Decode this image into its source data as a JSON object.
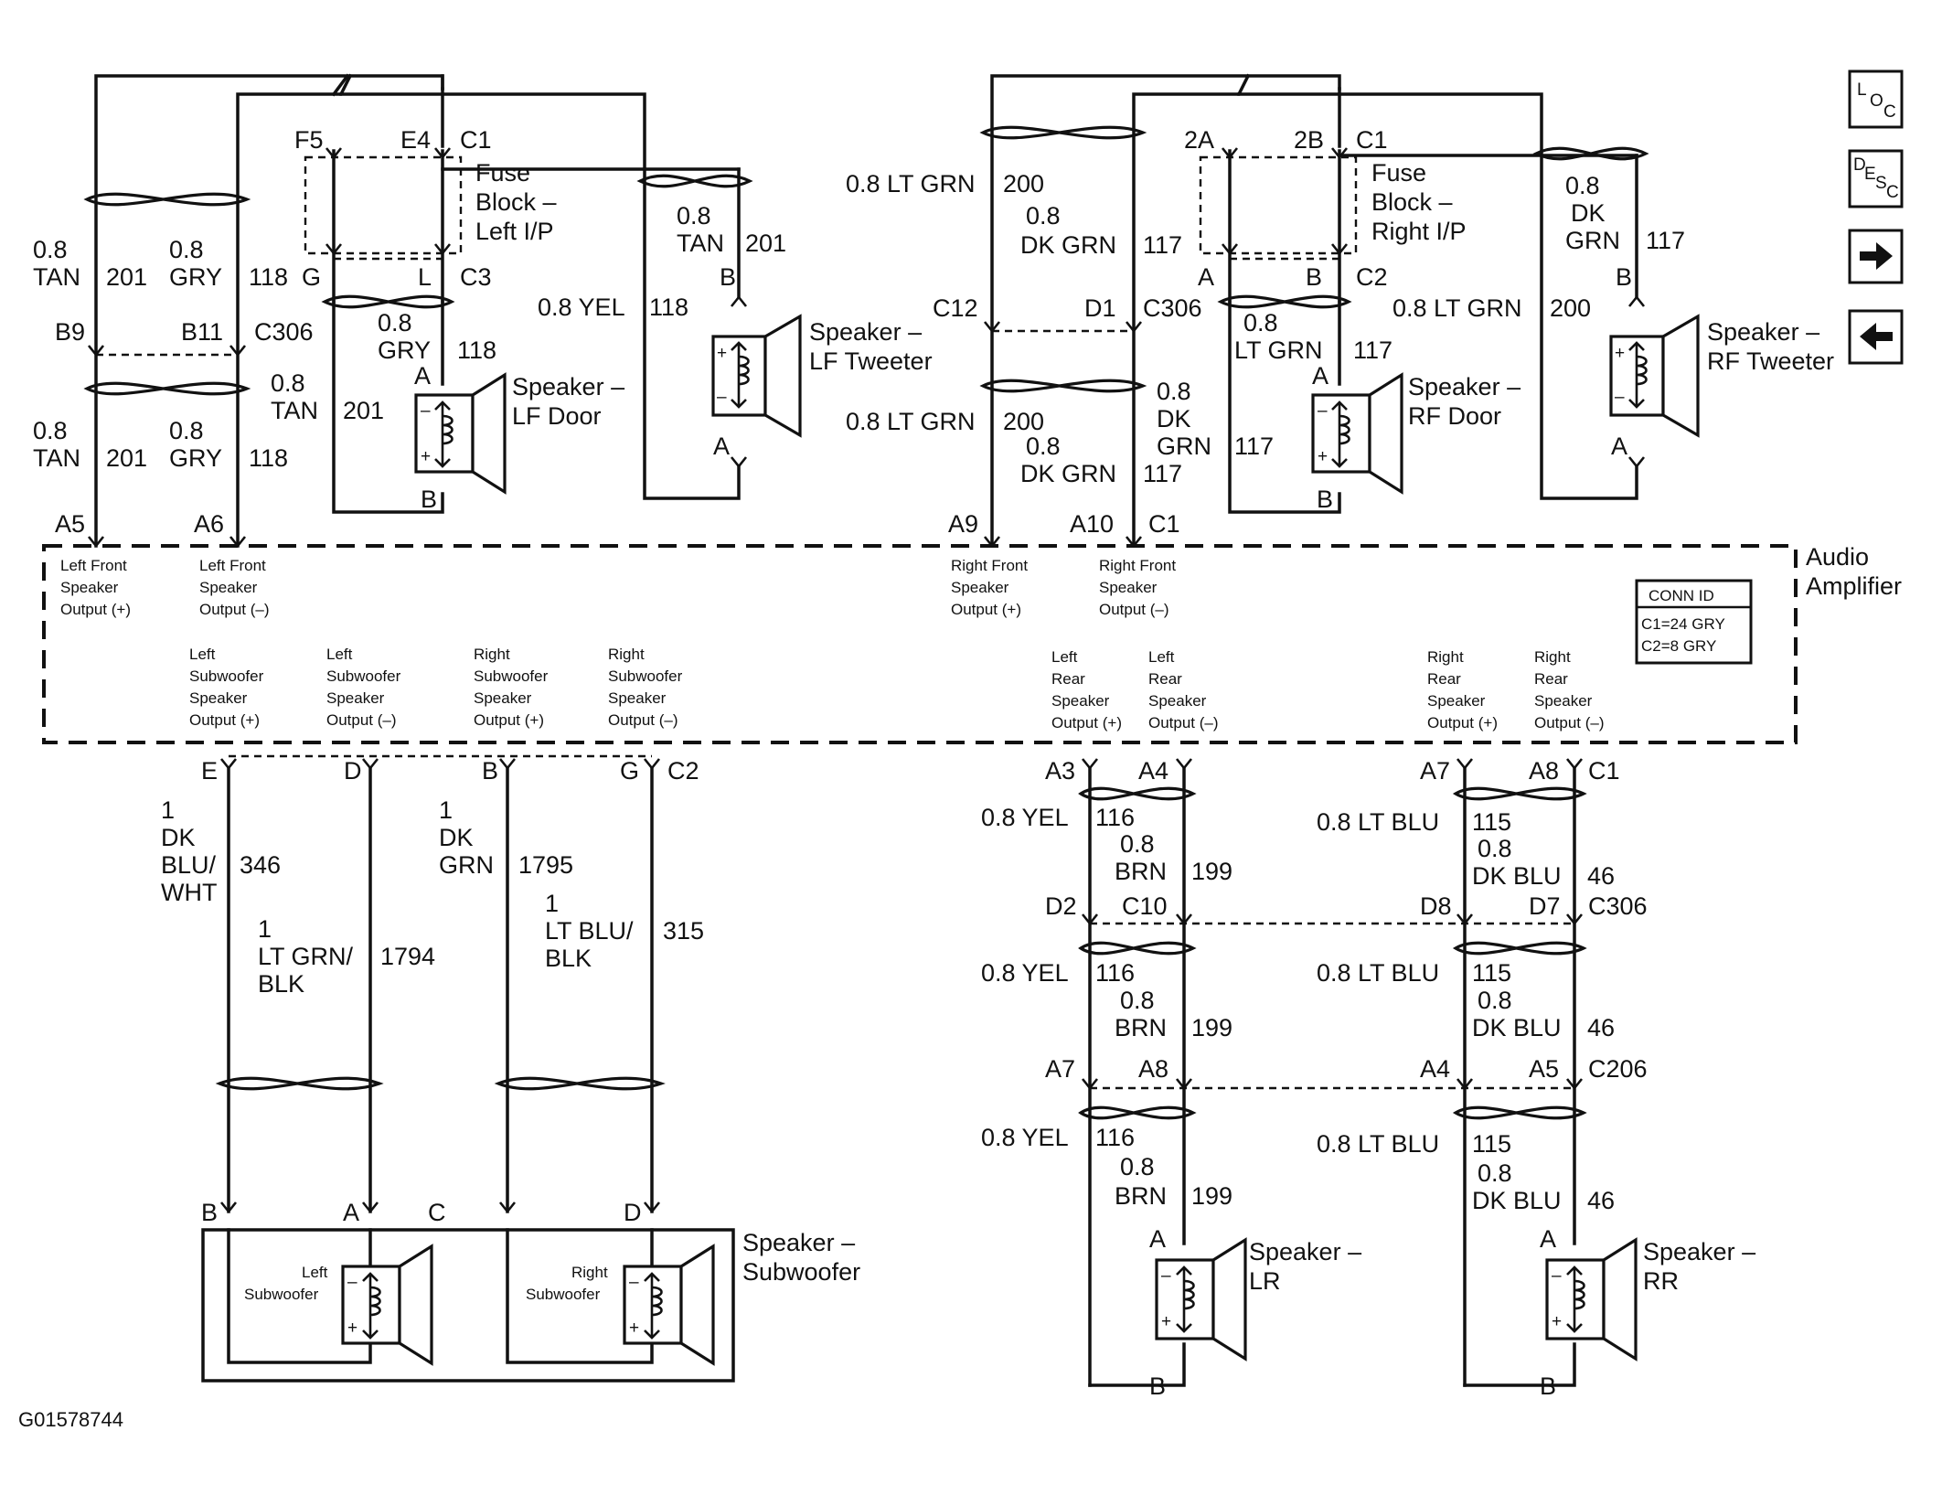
{
  "figure_id": "G01578744",
  "nav": {
    "loc": [
      "L",
      "O",
      "C"
    ],
    "desc": [
      "D",
      "E",
      "S",
      "C"
    ]
  },
  "fuse_left": [
    "Fuse",
    "Block –",
    "Left I/P"
  ],
  "fuse_right": [
    "Fuse",
    "Block –",
    "Right I/P"
  ],
  "amp": {
    "title": [
      "Audio",
      "Amplifier"
    ],
    "conn_id": [
      "CONN ID",
      "C1=24 GRY",
      "C2=8 GRY"
    ],
    "outputs": [
      [
        "Left Front",
        "Speaker",
        "Output (+)"
      ],
      [
        "Left Front",
        "Speaker",
        "Output (–)"
      ],
      [
        "Right Front",
        "Speaker",
        "Output (+)"
      ],
      [
        "Right Front",
        "Speaker",
        "Output (–)"
      ],
      [
        "Left",
        "Subwoofer",
        "Speaker",
        "Output (+)"
      ],
      [
        "Left",
        "Subwoofer",
        "Speaker",
        "Output (–)"
      ],
      [
        "Right",
        "Subwoofer",
        "Speaker",
        "Output (+)"
      ],
      [
        "Right",
        "Subwoofer",
        "Speaker",
        "Output (–)"
      ],
      [
        "Left",
        "Rear",
        "Speaker",
        "Output (+)"
      ],
      [
        "Left",
        "Rear",
        "Speaker",
        "Output (–)"
      ],
      [
        "Right",
        "Rear",
        "Speaker",
        "Output (+)"
      ],
      [
        "Right",
        "Rear",
        "Speaker",
        "Output (–)"
      ]
    ]
  },
  "speakers": {
    "lf_door": [
      "Speaker –",
      "LF Door"
    ],
    "lf_tweeter": [
      "Speaker –",
      "LF Tweeter"
    ],
    "rf_door": [
      "Speaker –",
      "RF Door"
    ],
    "rf_tweeter": [
      "Speaker –",
      "RF Tweeter"
    ],
    "subwoofer": [
      "Speaker –",
      "Subwoofer"
    ],
    "left_sub": [
      "Left",
      "Subwoofer"
    ],
    "right_sub": [
      "Right",
      "Subwoofer"
    ],
    "lr": [
      "Speaker –",
      "LR"
    ],
    "rr": [
      "Speaker –",
      "RR"
    ]
  },
  "labels": [
    "F5",
    "E4",
    "C1",
    "G",
    "L",
    "C3",
    "B",
    "A",
    "B",
    "A",
    "B",
    "B9",
    "B11",
    "C306",
    "A5",
    "A6",
    "2A",
    "2B",
    "C1",
    "A",
    "B",
    "C2",
    "C12",
    "D1",
    "C306",
    "A",
    "B",
    "B",
    "A",
    "A9",
    "A10",
    "C1",
    "E",
    "D",
    "B",
    "G",
    "C2",
    "B",
    "A",
    "C",
    "D",
    "A3",
    "A4",
    "A7",
    "A8",
    "C1",
    "D2",
    "C10",
    "D8",
    "D7",
    "C306",
    "A7",
    "A8",
    "A4",
    "A5",
    "C206",
    "A",
    "B",
    "A",
    "B"
  ],
  "wires": [
    [
      "0.8",
      "TAN",
      "201"
    ],
    [
      "0.8",
      "GRY",
      "118"
    ],
    [
      "0.8",
      "GRY",
      "118"
    ],
    [
      "0.8",
      "TAN",
      "201"
    ],
    [
      "0.8",
      "TAN",
      "201"
    ],
    [
      "0.8",
      "GRY",
      "118"
    ],
    [
      "0.8",
      "TAN",
      "201"
    ],
    [
      "0.8 YEL",
      "118"
    ],
    [
      "0.8 LT GRN",
      "200"
    ],
    [
      "0.8",
      "DK GRN",
      "117"
    ],
    [
      "0.8",
      "DK",
      "GRN",
      "117"
    ],
    [
      "0.8",
      "LT GRN",
      "117"
    ],
    [
      "0.8 LT GRN",
      "200"
    ],
    [
      "0.8 LT GRN",
      "200"
    ],
    [
      "0.8",
      "DK",
      "GRN",
      "117"
    ],
    [
      "0.8",
      "DK GRN",
      "117"
    ],
    [
      "1",
      "DK",
      "BLU/",
      "WHT",
      "346"
    ],
    [
      "1",
      "LT GRN/",
      "BLK",
      "1794"
    ],
    [
      "1",
      "DK",
      "GRN",
      "1795"
    ],
    [
      "1",
      "LT BLU/",
      "BLK",
      "315"
    ],
    [
      "0.8 YEL",
      "116"
    ],
    [
      "0.8",
      "BRN",
      "199"
    ],
    [
      "0.8 LT BLU",
      "115"
    ],
    [
      "0.8",
      "DK BLU",
      "46"
    ]
  ]
}
